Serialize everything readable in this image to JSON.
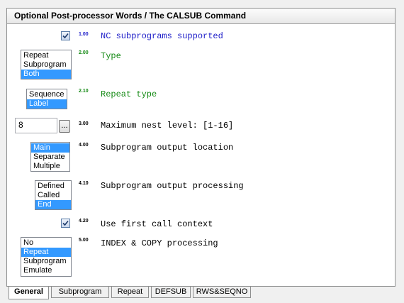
{
  "panel": {
    "title": "Optional Post-processor Words / The CALSUB Command"
  },
  "items": {
    "nc_supported": {
      "num": "1.00",
      "label": "NC subprograms supported",
      "checked": true
    },
    "type": {
      "num": "2.00",
      "label": "Type",
      "options": [
        "Repeat",
        "Subprogram",
        "Both"
      ],
      "selected": "Both"
    },
    "repeat_type": {
      "num": "2.10",
      "label": "Repeat type",
      "options": [
        "Sequence",
        "Label"
      ],
      "selected": "Label"
    },
    "max_nest": {
      "num": "3.00",
      "label": "Maximum nest level: [1-16]",
      "value": "8",
      "button": "..."
    },
    "output_location": {
      "num": "4.00",
      "label": "Subprogram output location",
      "options": [
        "Main",
        "Separate",
        "Multiple"
      ],
      "selected": "Main"
    },
    "output_processing": {
      "num": "4.10",
      "label": "Subprogram output processing",
      "options": [
        "Defined",
        "Called",
        "End"
      ],
      "selected": "End"
    },
    "first_call": {
      "num": "4.20",
      "label": "Use first call context",
      "checked": true
    },
    "index_copy": {
      "num": "5.00",
      "label": "INDEX & COPY processing",
      "options": [
        "No",
        "Repeat",
        "Subprogram",
        "Emulate"
      ],
      "selected": "Repeat"
    }
  },
  "tabs": [
    "General",
    "Subprogram",
    "Repeat",
    "DEFSUB",
    "RWS&SEQNO"
  ],
  "active_tab": "General"
}
